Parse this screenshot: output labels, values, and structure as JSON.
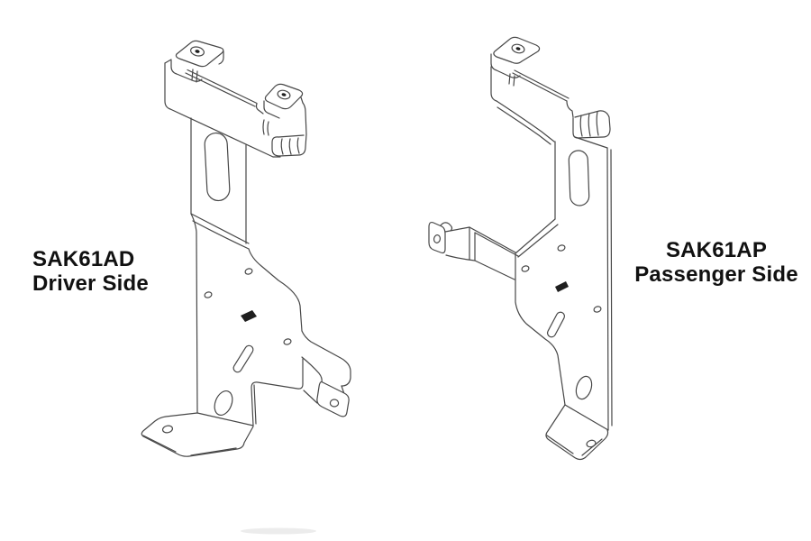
{
  "page": {
    "background_color": "#ffffff",
    "line_color": "#474747",
    "text_color": "#111111"
  },
  "figure": {
    "parts": [
      {
        "part_number": "SAK61AD",
        "side": "Driver Side"
      },
      {
        "part_number": "SAK61AP",
        "side": "Passenger Side"
      }
    ]
  }
}
